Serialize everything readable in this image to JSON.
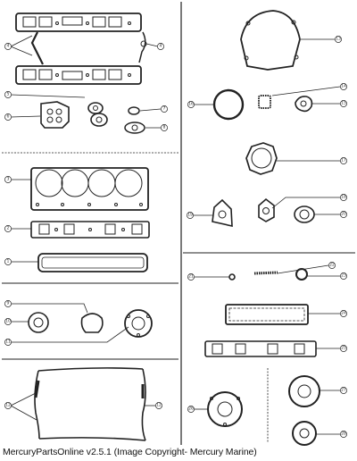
{
  "caption": "MercuryPartsOnline v2.5.1 (Image Copyright- Mercury Marine)",
  "callouts": {
    "c1": "1",
    "c2": "2",
    "c3": "3",
    "c4a": "4",
    "c4b": "4",
    "c5": "5",
    "c6": "6",
    "c7": "7",
    "c8": "8",
    "c9": "9",
    "c10": "10",
    "c11": "11",
    "c12a": "12",
    "c12b": "12",
    "c13": "13",
    "c14": "14",
    "c15": "15",
    "c16": "16",
    "c17": "17",
    "c18": "18",
    "c19": "19",
    "c20": "20",
    "c21": "21",
    "c22": "22",
    "c23": "23",
    "c24": "24",
    "c25": "25",
    "c26": "26",
    "c27": "27",
    "c28": "28"
  }
}
